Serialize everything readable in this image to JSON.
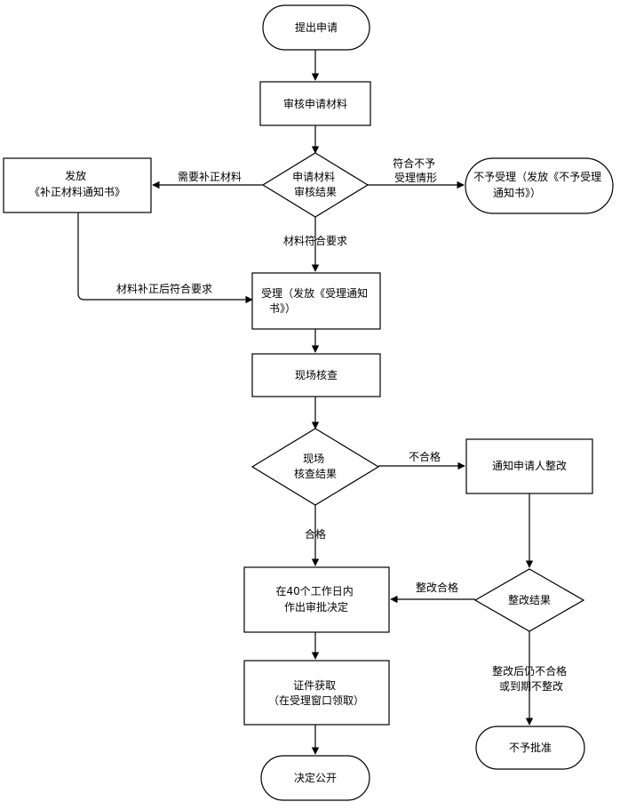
{
  "nodes": {
    "start": [
      "提出申请"
    ],
    "review": [
      "审核申请材料"
    ],
    "decision1": [
      "申请材料",
      "审核结果"
    ],
    "issue_supplement": [
      "发放",
      "《补正材料通知书》"
    ],
    "reject_accept": [
      "不予受理（发放《不予受理",
      "通知书》）"
    ],
    "accept": [
      "受理（发放《受理通知",
      "书》）"
    ],
    "site_check": [
      "现场核查"
    ],
    "decision2": [
      "现场",
      "核查结果"
    ],
    "notify_fix": [
      "通知申请人整改"
    ],
    "decision3": [
      "整改结果"
    ],
    "approve_decide": [
      "在40个工作日内",
      "作出审批决定"
    ],
    "license": [
      "证件获取",
      "（在受理窗口领取）"
    ],
    "publish": [
      "决定公开"
    ],
    "not_approved": [
      "不予批准"
    ]
  },
  "edge_labels": {
    "need_supplement": [
      "需要补正材料"
    ],
    "not_accept_case": [
      "符合不予",
      "受理情形"
    ],
    "materials_ok": [
      "材料符合要求"
    ],
    "supplement_ok": [
      "材料补正后符合要求"
    ],
    "unqualified": [
      "不合格"
    ],
    "qualified": [
      "合格"
    ],
    "fix_ok": [
      "整改合格"
    ],
    "fix_fail": [
      "整改后仍不合格",
      "或到期不整改"
    ]
  }
}
